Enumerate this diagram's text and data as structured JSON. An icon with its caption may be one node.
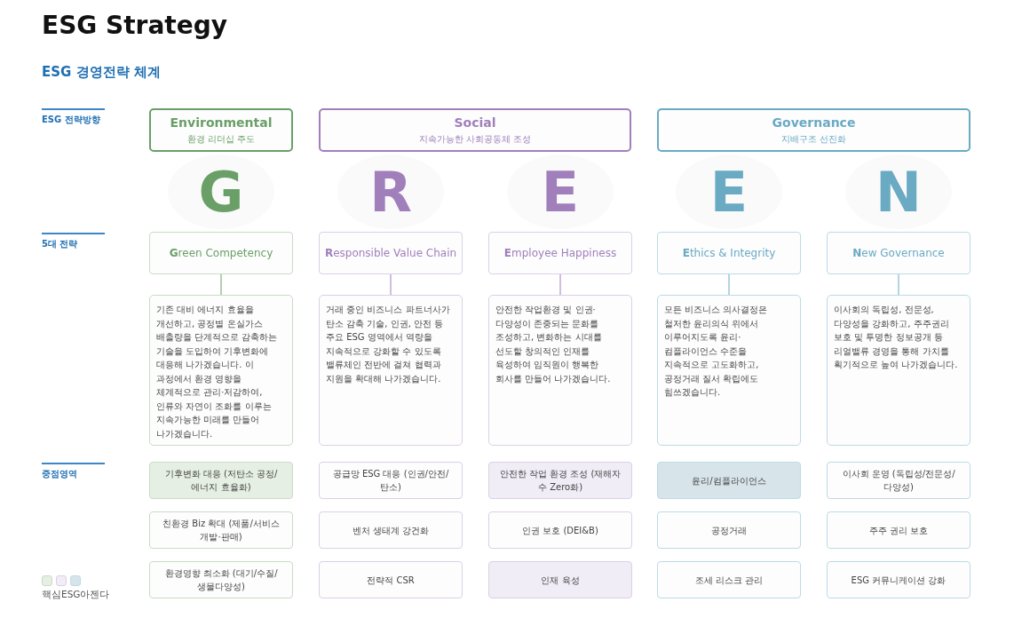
{
  "diagram": {
    "title": "ESG Strategy",
    "nodes": [
      {
        "text": [
          "Environmental",
          "환경 리더십 주도"
        ]
      },
      {
        "text": [
          "Social",
          "지속가능한 사회공동체 조성"
        ]
      },
      {
        "text": [
          "Governance",
          "지배구조 선진화"
        ]
      },
      {
        "text": [
          "G"
        ]
      },
      {
        "text": [
          "R"
        ]
      },
      {
        "text": [
          "E"
        ]
      },
      {
        "text": [
          "E"
        ]
      },
      {
        "text": [
          "N"
        ]
      },
      {
        "text": [
          "**G**reen Competency"
        ]
      },
      {
        "text": [
          "**R**esponsible Value Chain"
        ]
      },
      {
        "text": [
          "**E**mployee Happiness"
        ]
      },
      {
        "text": [
          "**E**thics & Integrity"
        ]
      },
      {
        "text": [
          "**N**ew Governance"
        ]
      },
      {
        "text": [
          "기존 대비 에너지 효율을 개선하고, 공정별 온실가스 배출량을 단계적으로 감축하는 기술을 도입하여 기후변화에 대응해 나가겠습니다. 이 과정에서 환경 영향을 체계적으로 관리·저감하여, 인류와 자연이 조화를 이루는 지속가능한 미래를 만들어 나가겠습니다."
        ]
      },
      {
        "text": [
          "거래 중인 비즈니스 파트너사가 탄소 감축 기술, 인권, 안전 등 주요 ESG 영역에서 역량을 지속적으로 강화할 수 있도록 밸류체인 전반에 걸쳐 협력과 지원을 확대해 나가겠습니다."
        ]
      },
      {
        "text": [
          "안전한 작업환경 및 인권·다양성이 존중되는 문화를 조성하고, 변화하는 시대를 선도할 창의적인 인재를 육성하여 임직원이 행복한 회사를 만들어 나가겠습니다."
        ]
      },
      {
        "text": [
          "모든 비즈니스 의사결정은 철저한 윤리의식 위에서 이루어지도록 윤리·컴플라이언스 수준을 지속적으로 고도화하고, 공정거래 질서 확립에도 힘쓰겠습니다."
        ]
      },
      {
        "text": [
          "이사회의 독립성, 전문성, 다양성을 강화하고, 주주권리 보호 및 투명한 정보공개 등 리얼밸류 경영을 통해 가치를 획기적으로 높여 나가겠습니다."
        ]
      },
      {
        "text": [
          "기후변화 대응 (저탄소 공정/에너지 효율화)"
        ]
      },
      {
        "text": [
          "공급망 ESG 대응 (인권/안전/탄소)"
        ]
      },
      {
        "text": [
          "안전한 작업 환경 조성 (재해자 수 Zero화)"
        ]
      },
      {
        "text": [
          "윤리/컴플라이언스"
        ]
      },
      {
        "text": [
          "이사회 운영 (독립성/전문성/다양성)"
        ]
      },
      {
        "text": [
          "친환경 Biz 확대 (제품/서비스 개발·판매)"
        ]
      },
      {
        "text": [
          "벤처 생태계 강건화"
        ]
      },
      {
        "text": [
          "인권 보호 (DEI&B)"
        ]
      },
      {
        "text": [
          "공정거래"
        ]
      },
      {
        "text": [
          "주주 권리 보호"
        ]
      },
      {
        "text": [
          "환경영향 최소화 (대기/수질/생물다양성)"
        ]
      },
      {
        "text": [
          "전략적 CSR"
        ]
      },
      {
        "text": [
          "인재 육성"
        ]
      },
      {
        "text": [
          "조세 리스크 관리"
        ]
      },
      {
        "text": [
          "ESG 커뮤니케이션 강화"
        ]
      }
    ],
    "edges": [
      {
        "from": 8,
        "to": 13,
        "arrow": "none"
      },
      {
        "from": 9,
        "to": 14,
        "arrow": "none"
      },
      {
        "from": 10,
        "to": 15,
        "arrow": "none"
      },
      {
        "from": 11,
        "to": 16,
        "arrow": "none"
      },
      {
        "from": 12,
        "to": 17,
        "arrow": "none"
      }
    ],
    "labels": [
      "ESG 경영전략 체계",
      "ESG 전략방향",
      "5대 전략",
      "중점영역"
    ],
    "legend": [
      {
        "text": "핵심ESG아젠다",
        "color": "#e6efe3"
      }
    ]
  }
}
